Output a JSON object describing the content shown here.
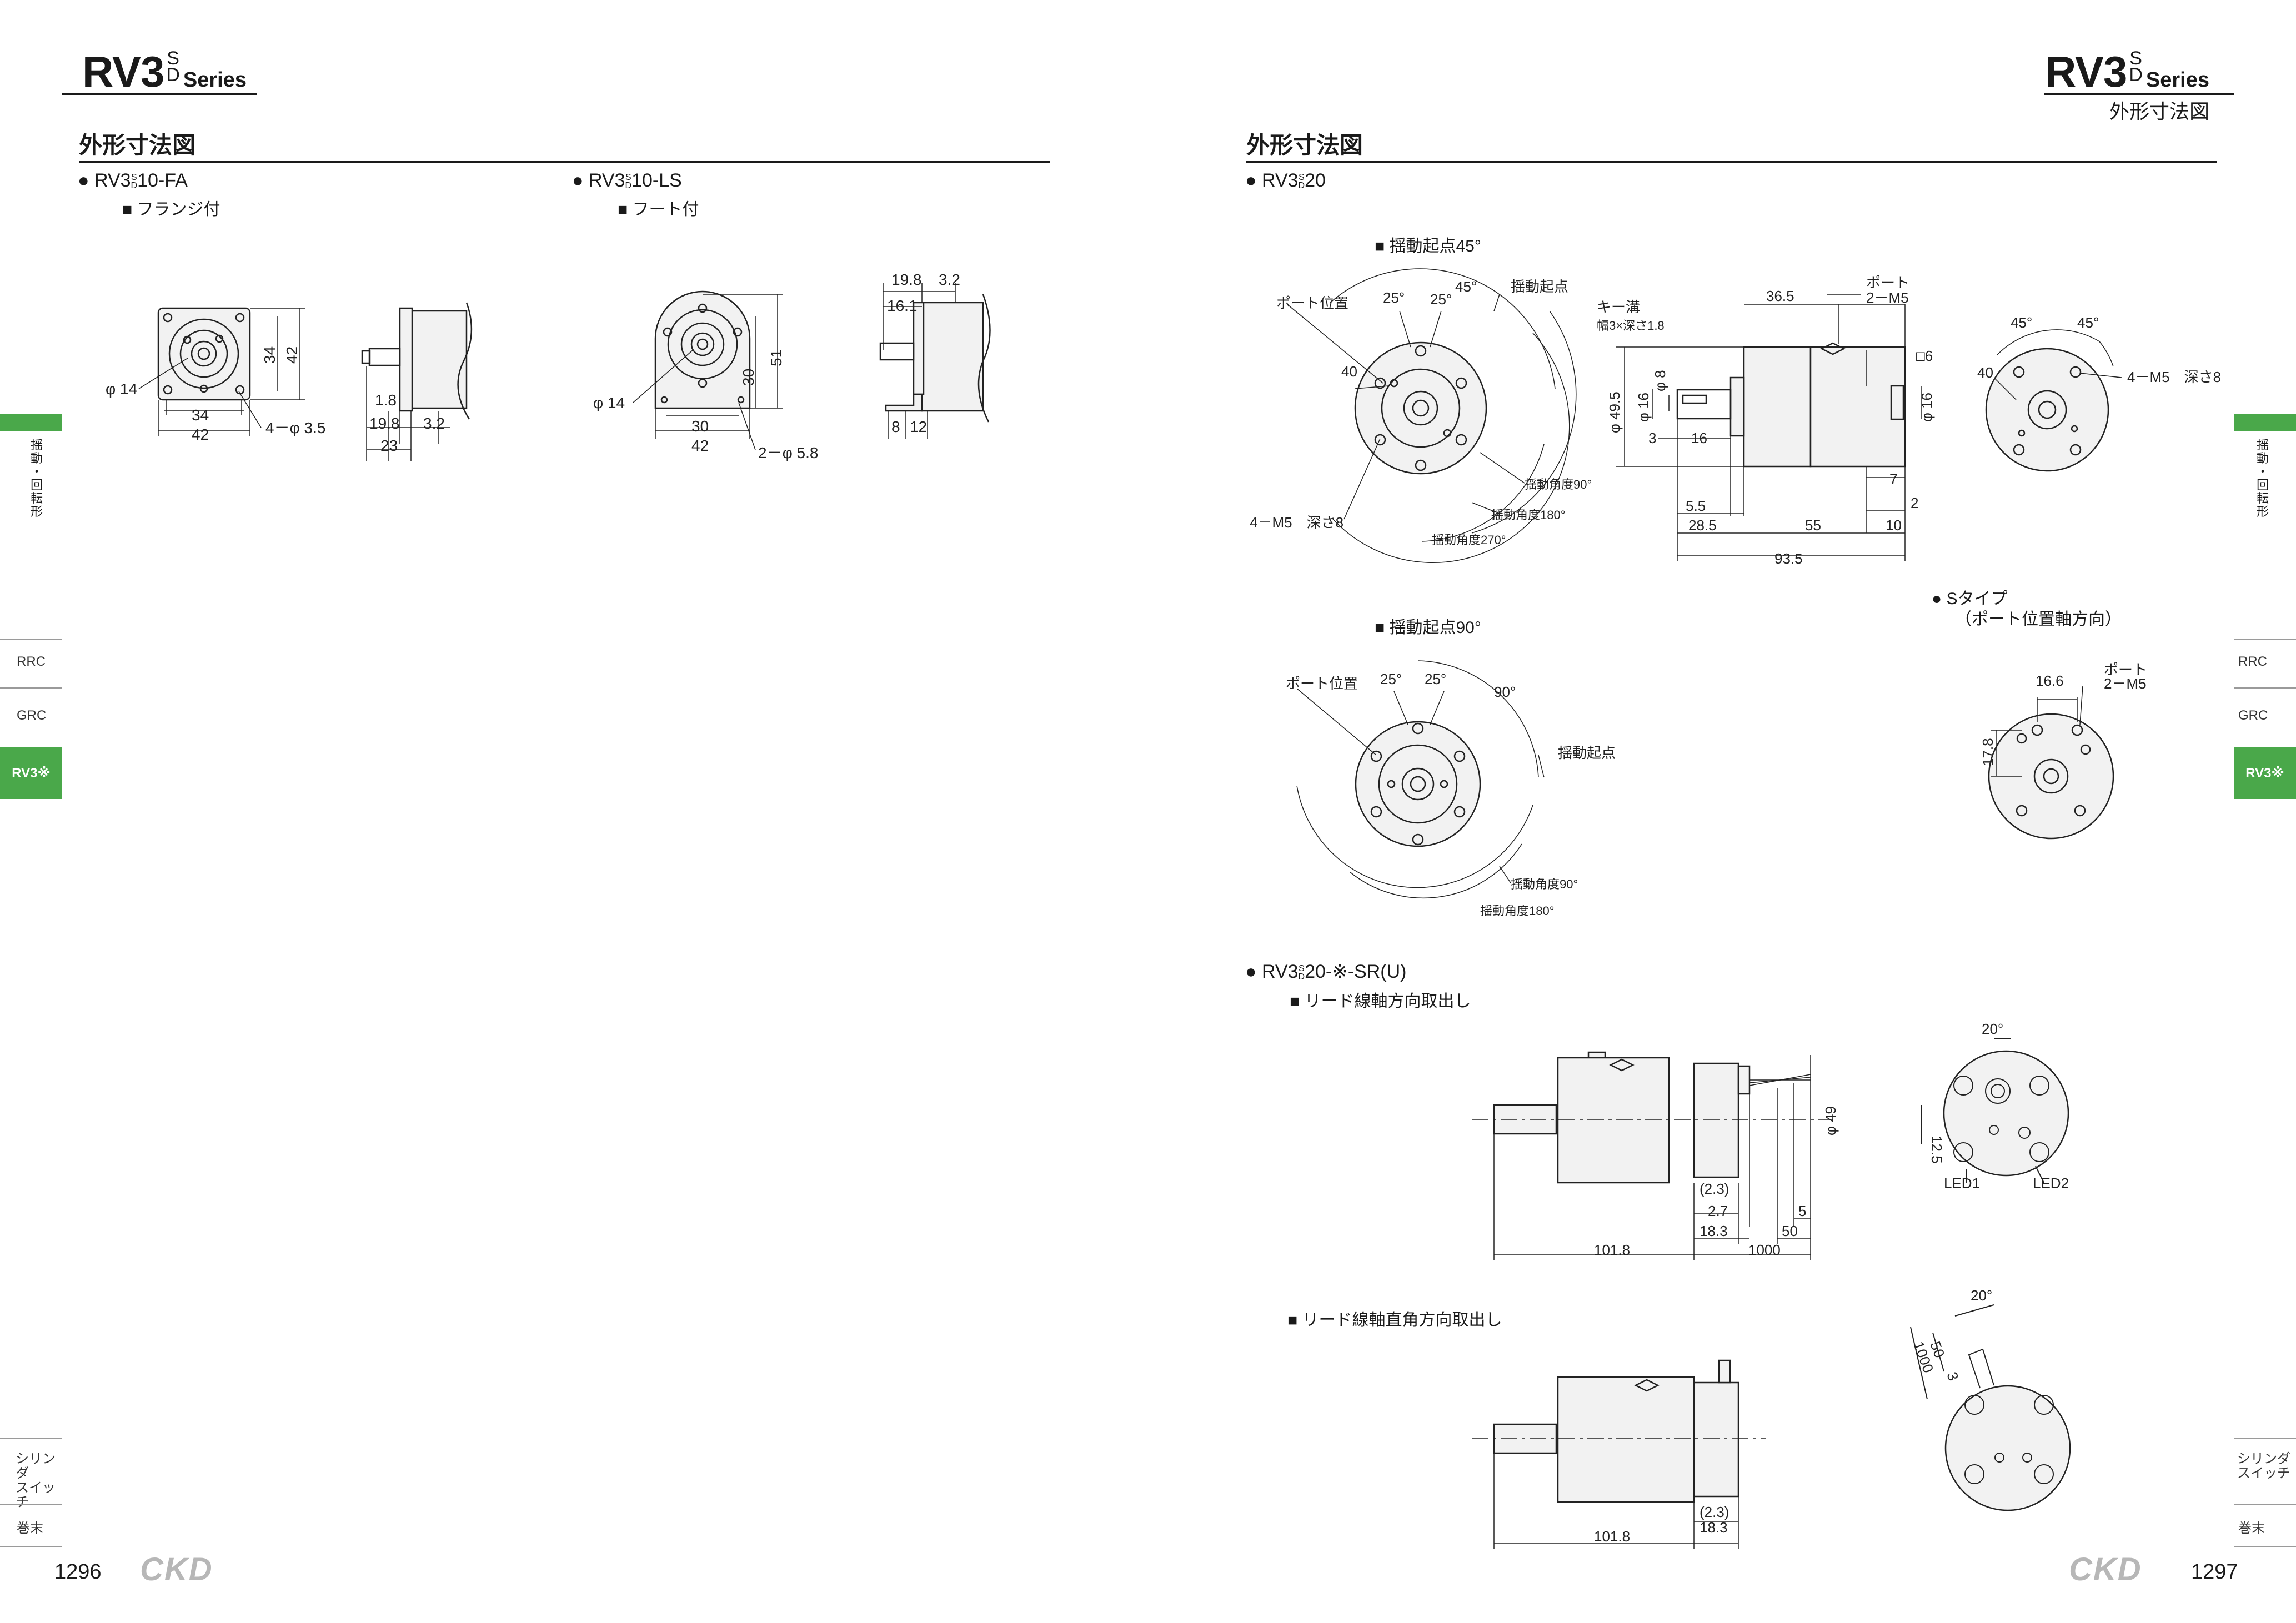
{
  "left_page": {
    "series": {
      "main": "RV3",
      "sup": "S",
      "sub": "D",
      "word": "Series"
    },
    "section_title": "外形寸法図",
    "model_fa": "● RV3",
    "model_fa_sup": "S",
    "model_fa_sub": "D",
    "model_fa_suffix": "10-FA",
    "model_fa_note": "■ フランジ付",
    "model_ls": "● RV3",
    "model_ls_sup": "S",
    "model_ls_sub": "D",
    "model_ls_suffix": "10-LS",
    "model_ls_note": "■ フート付",
    "page_number": "1296",
    "logo": "CKD"
  },
  "right_page": {
    "series": {
      "main": "RV3",
      "sup": "S",
      "sub": "D",
      "word": "Series"
    },
    "header_sub": "外形寸法図",
    "section_title": "外形寸法図",
    "model_20": "● RV3",
    "model_20_sup": "S",
    "model_20_sub": "D",
    "model_20_suffix": "20",
    "start45": "■ 揺動起点45°",
    "start90": "■ 揺動起点90°",
    "s_type_title": "● Sタイプ",
    "s_type_note": "（ポート位置軸方向）",
    "model_sr": "● RV3",
    "model_sr_sup": "S",
    "model_sr_sub": "D",
    "model_sr_suffix": "20-※-SR(U)",
    "lead_axial": "■ リード線軸方向取出し",
    "lead_right_angle": "■ リード線軸直角方向取出し",
    "page_number": "1297",
    "logo": "CKD"
  },
  "sidebar": {
    "items": [
      "揺動・回転形",
      "RRC",
      "GRC",
      "RV3※",
      "シリンダスイッチ",
      "巻末"
    ],
    "tab_line1": "揺",
    "tab_line2": "動",
    "tab_line3": "・",
    "tab_line4": "回",
    "tab_line5": "転",
    "tab_line6": "形",
    "rrc": "RRC",
    "grc": "GRC",
    "rv3": "RV3※",
    "switch_1": "シリンダ",
    "switch_2": "スイッチ",
    "appendix": "巻末"
  },
  "dims": {
    "fa_front": {
      "phi": "φ 14",
      "w_inner": "34",
      "w_outer": "42",
      "h_inner": "34",
      "h_outer": "42",
      "holes": "4－φ 3.5"
    },
    "fa_side": {
      "a": "1.8",
      "b": "19.8",
      "c": "3.2",
      "d": "23"
    },
    "ls_front": {
      "phi": "φ 14",
      "w_inner": "30",
      "w_outer": "42",
      "h1": "30",
      "h2": "51",
      "holes": "2－φ 5.8"
    },
    "ls_side": {
      "a": "19.8",
      "b": "3.2",
      "c": "16.1",
      "d": "8",
      "e": "12"
    },
    "rv20_front45": {
      "port": "ポート位置",
      "a25": "25°",
      "b25": "25°",
      "a45": "45°",
      "start": "揺動起点",
      "r40": "40",
      "m5": "4－M5　深さ8",
      "ang90": "揺動角度90°",
      "ang180": "揺動角度180°",
      "ang270": "揺動角度270°"
    },
    "rv20_side": {
      "key": "キー溝",
      "key_detail": "幅3×深さ1.8",
      "port": "ポート",
      "port_m5": "2－M5",
      "d365": "36.5",
      "phi495": "φ 49.5",
      "phi16": "φ 16",
      "phi8": "φ 8",
      "sq6": "□6",
      "phi16r": "φ 16",
      "d3": "3",
      "d16": "16",
      "d55a": "5.5",
      "d285": "28.5",
      "d55": "55",
      "d10": "10",
      "d7": "7",
      "d2": "2",
      "d935": "93.5"
    },
    "rv20_right": {
      "a45": "45°",
      "b45": "45°",
      "r40": "40",
      "m5": "4－M5　深さ8"
    },
    "s_type": {
      "d166": "16.6",
      "port": "ポート",
      "port_m5": "2－M5",
      "d178": "17.8"
    },
    "front90": {
      "port": "ポート位置",
      "a25": "25°",
      "b25": "25°",
      "a90": "90°",
      "start": "揺動起点",
      "ang90": "揺動角度90°",
      "ang180": "揺動角度180°"
    },
    "sr_axial": {
      "d23": "(2.3)",
      "d27": "2.7",
      "d183": "18.3",
      "d5": "5",
      "d50": "50",
      "d1000": "1000",
      "d1018": "101.8",
      "phi49": "φ 49"
    },
    "sr_axial_end": {
      "a20": "20°",
      "d125": "12.5",
      "led1": "LED1",
      "led2": "LED2"
    },
    "sr_right": {
      "d23": "(2.3)",
      "d183": "18.3",
      "d1018": "101.8"
    },
    "sr_right_end": {
      "a20": "20°",
      "d3": "3",
      "d50": "50",
      "d1000": "1000"
    }
  }
}
